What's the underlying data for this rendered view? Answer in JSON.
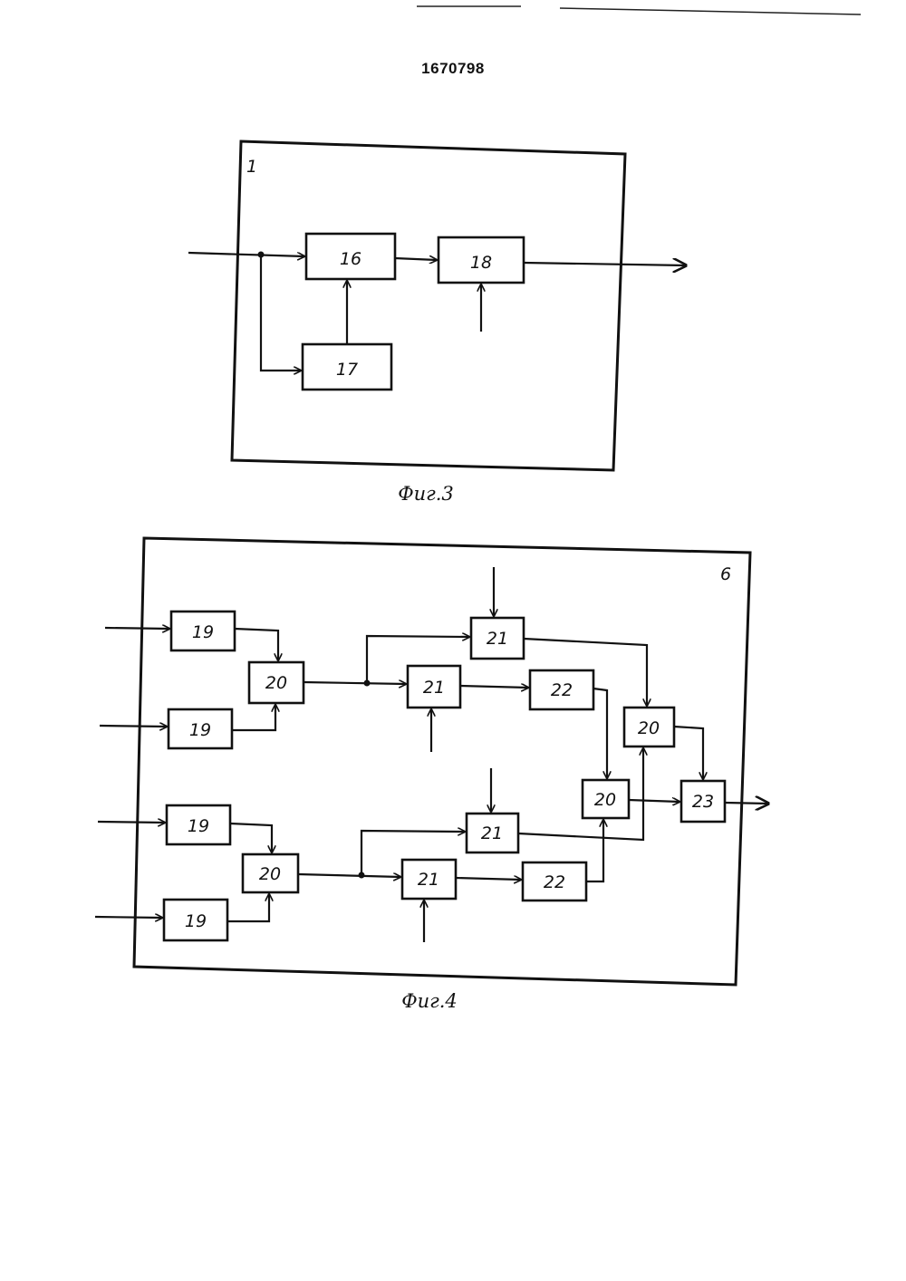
{
  "header": {
    "patent_number": "1670798"
  },
  "fig3": {
    "caption": "Фиг.3",
    "frame_label": "1",
    "blocks": [
      "16",
      "17",
      "18"
    ]
  },
  "fig4": {
    "caption": "Фиг.4",
    "frame_label": "6",
    "blocks": [
      "19",
      "19",
      "19",
      "19",
      "20",
      "20",
      "20",
      "20",
      "21",
      "21",
      "21",
      "21",
      "22",
      "22",
      "23"
    ]
  }
}
